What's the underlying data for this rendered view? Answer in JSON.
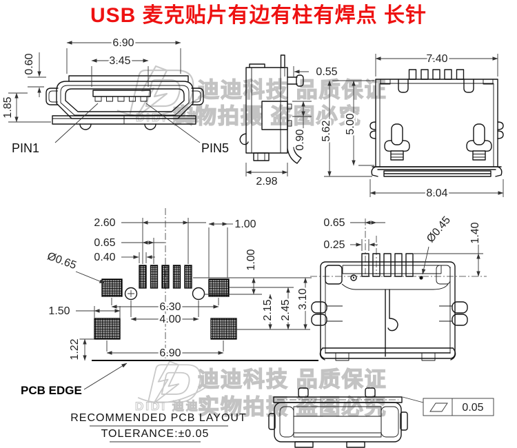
{
  "title": "USB 麦克贴片有边有柱有焊点 长针",
  "colors": {
    "title": "#ee1111",
    "line": "#141414",
    "dimension": "#333333",
    "watermark": "#c6c6c6"
  },
  "watermark": {
    "brand_line": "迪迪科技 品质保证",
    "warn_line": "实物拍摄 盗图必究",
    "logo_text": "DIDI 迪迪"
  },
  "front_view": {
    "width": "6.90",
    "tongue_width": "3.45",
    "lip_height": "0.60",
    "shell_height": "1.85",
    "pin1_label": "PIN1",
    "pin5_label": "PIN5"
  },
  "side_view": {
    "pin_offset": "0.55",
    "lug_height": "0.90",
    "depth": "2.98"
  },
  "rear_view": {
    "top_width": "7.40",
    "bottom_width": "8.04",
    "body_height": "5.00",
    "overall_height": "5.62"
  },
  "pcb_layout": {
    "pin_row_span": "2.60",
    "pin_pitch": "0.65",
    "pad_width": "0.40",
    "hole_diameter": "Ø0.65",
    "side_pad_width": "1.50",
    "edge_offset": "1.22",
    "post_pad_span": "6.30",
    "paste_hole_span": "4.00",
    "side_pad_span": "6.90",
    "pad_length": "1.00",
    "row_offset": "1.00",
    "row_2_15": "2.15",
    "row_2_45": "2.45",
    "row_3_10": "3.10",
    "edge_label": "PCB EDGE",
    "note_title": "RECOMMENDED PCB LAYOUT",
    "note_tolerance": "TOLERANCE:±0.05"
  },
  "top_view": {
    "pin_pitch": "0.65",
    "pin_width": "0.25",
    "hole_diameter": "Ø0.45",
    "pin_offset": "1.40"
  },
  "flatness_callout": {
    "value": "0.05"
  }
}
